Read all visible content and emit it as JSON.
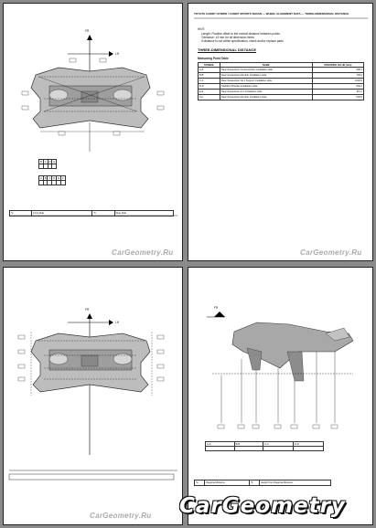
{
  "watermark_small": "CarGeometry.Ru",
  "watermark_large": "CarGeometry",
  "page1": {
    "axis_fr": "FR",
    "axis_lh": "LH",
    "ref_table": {
      "row1": [
        "B",
        "C",
        "D",
        "E"
      ],
      "row2": [
        "A",
        "B",
        "C",
        "D",
        "E",
        "F"
      ]
    },
    "legend_rows": [
      [
        "*a",
        "Front Side",
        "*b",
        "Rear Side"
      ]
    ]
  },
  "page2": {
    "header": "TOYOTA CAMRY HYBRID / CAMRY SPORTS SEDAN — WHEEL ALIGNMENT DATA — THREE-DIMENSIONAL DISTANCE",
    "hint": "HINT:",
    "notes": [
      "Length: Positive offset to the normal distance between points",
      "Tolerance: ±3 mm for all dimension items",
      "If distance is not within specification, check and/or replace parts"
    ],
    "section_title": "THREE-DIMENSIONAL DISTANCE",
    "measuring_title": "Measuring Point Table",
    "table_head": [
      "SYMBOL",
      "NAME",
      "SPECIFIED VALUE (mm)"
    ],
    "rows": [
      [
        "A-A",
        "Rear Suspension Crossmember Installation Hole",
        "668.1"
      ],
      [
        "B-B",
        "Rear Suspension Member Installation Hole",
        "703.2"
      ],
      [
        "C-C",
        "Rear Suspension No.1 Support Installation Hole",
        "1018.5"
      ],
      [
        "D-D",
        "Stabilizer Bracket Installation Hole",
        "840.4"
      ],
      [
        "E-E",
        "Rear Suspension Arm Installation Hole",
        "611.7"
      ],
      [
        "F-F",
        "Rear Suspension Member Installation Hole",
        "549.5"
      ]
    ]
  },
  "page3": {
    "axis_fr": "FR",
    "axis_lh": "LH"
  },
  "page4": {
    "axis_fr": "FR",
    "labels": [
      "A-A",
      "B-B",
      "C-C",
      "D-D"
    ],
    "legend_rows": [
      [
        "*a",
        "Diagonal distance",
        "*b",
        "Height from Diagonal distance"
      ]
    ]
  }
}
